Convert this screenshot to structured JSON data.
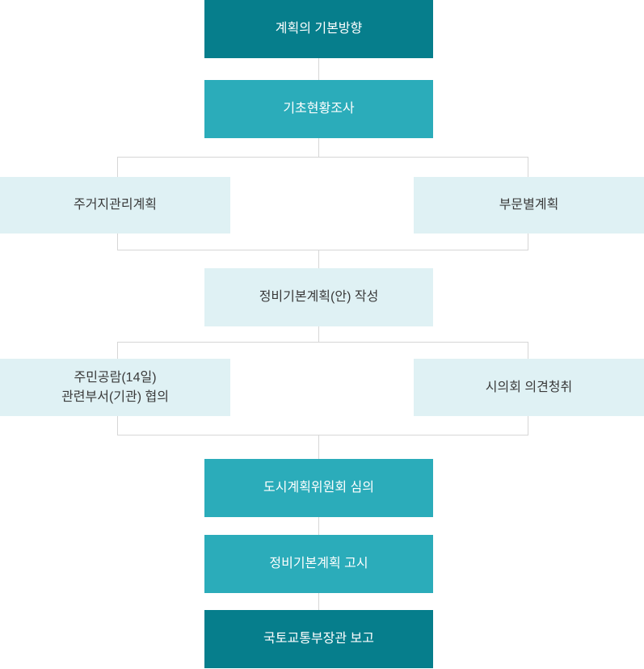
{
  "colors": {
    "dark_teal": "#067E8C",
    "teal": "#2BACBA",
    "light_teal": "#DFF1F4",
    "connector": "#D6D6D6",
    "text_on_teal": "#FFFFFF",
    "text_on_light": "#3A3A3A"
  },
  "flow": {
    "nodes": [
      {
        "label": "계획의 기본방향"
      },
      {
        "label": "기초현황조사"
      },
      {
        "label": "주거지관리계획"
      },
      {
        "label": "부문별계획"
      },
      {
        "label": "정비기본계획(안) 작성"
      },
      {
        "label": "주민공람(14일)\n관련부서(기관) 협의"
      },
      {
        "label": "시의회 의견청취"
      },
      {
        "label": "도시계획위원회 심의"
      },
      {
        "label": "정비기본계획 고시"
      },
      {
        "label": "국토교통부장관 보고"
      }
    ]
  }
}
